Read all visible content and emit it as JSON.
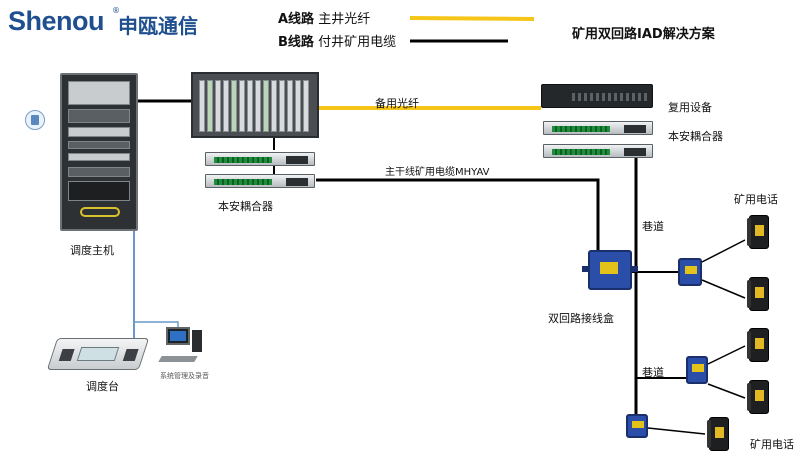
{
  "brand": {
    "name_en": "Shenou",
    "registered_mark": "®",
    "name_cn": "申瓯通信",
    "color": "#1f4f8f"
  },
  "legend": {
    "line_a_label_bold": "A线路",
    "line_a_label_text": "主井光纤",
    "line_a_color": "#f5c518",
    "line_b_label_bold": "B线路",
    "line_b_label_text": "付井矿用电缆",
    "line_b_color": "#000000"
  },
  "title": "矿用双回路IAD解决方案",
  "labels": {
    "dispatch_host": "调度主机",
    "dispatch_console": "调度台",
    "system_mgmt": "系统管理及录音",
    "coupler_left": "本安耦合器",
    "coupler_right": "本安耦合器",
    "mux_device": "复用设备",
    "backup_fiber": "备用光纤",
    "trunk_cable": "主干线矿用电缆MHYAV",
    "tunnel_1": "巷道",
    "tunnel_2": "巷道",
    "dual_junction": "双回路接线盒",
    "mine_phone_top": "矿用电话",
    "mine_phone_bottom": "矿用电话"
  },
  "icons": {
    "pc_node": "computer-icon",
    "rack": "server-rack-icon",
    "chassis": "iad-chassis-icon",
    "coupler": "intrinsic-safety-coupler-icon",
    "mux": "multiplexer-icon",
    "junction": "junction-box-icon",
    "phone": "mine-phone-icon",
    "console": "dispatch-console-icon",
    "workstation": "workstation-icon"
  }
}
